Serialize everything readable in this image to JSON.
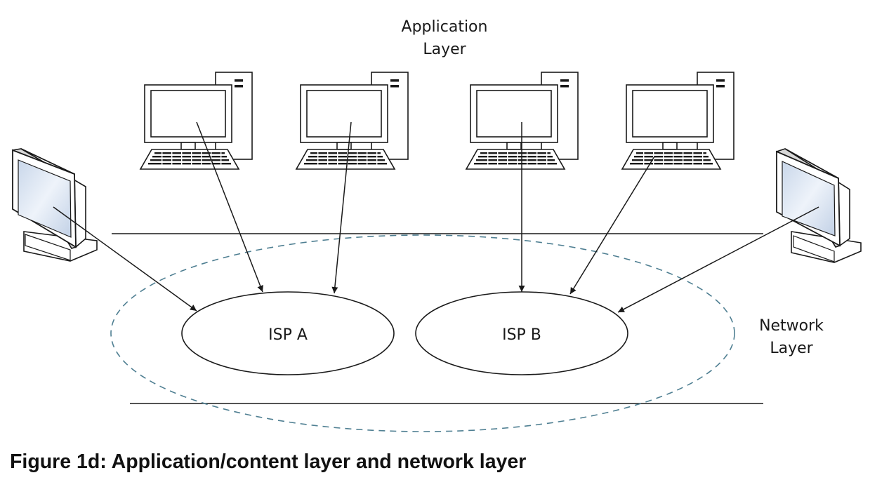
{
  "labels": {
    "application_layer_line1": "Application",
    "application_layer_line2": "Layer",
    "network_layer_line1": "Network",
    "network_layer_line2": "Layer",
    "isp_a": "ISP A",
    "isp_b": "ISP B"
  },
  "caption": "Figure 1d:  Application/content layer and network layer",
  "icons": {
    "desktop": "desktop-computer-icon",
    "monitor": "flat-monitor-icon"
  },
  "colors": {
    "dashed_boundary": "#4f7f92",
    "stroke": "#1a1a1a",
    "screen_fill": "#dbe5f2"
  }
}
